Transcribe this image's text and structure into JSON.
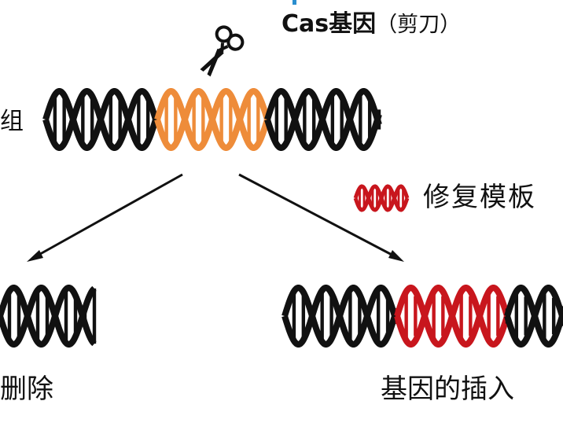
{
  "labels": {
    "cas_title": "Cas基因",
    "cas_subtitle": "（剪刀）",
    "genome": "组",
    "repair_template": "修复模板",
    "deletion": "删除",
    "insertion": "基因的插入"
  },
  "icons": {
    "scissors": "scissors-icon"
  },
  "colors": {
    "dna_default": "#111111",
    "cas_target": "#ee8c3a",
    "repair": "#c8161d",
    "text": "#111111",
    "accent": "#2a8ecf"
  }
}
